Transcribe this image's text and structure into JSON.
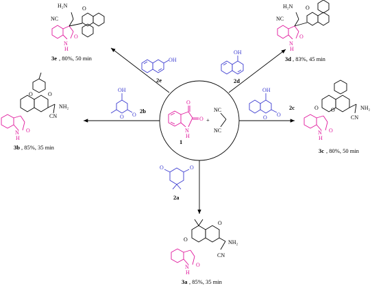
{
  "center": {
    "reactant_number": "1",
    "plus": "+",
    "isatin_atoms": {
      "o1": "O",
      "o2": "O",
      "nh": "N\nH"
    },
    "malononitrile_atoms": {
      "nc1": "NC",
      "nc2": "NC"
    }
  },
  "reagents": {
    "2a": {
      "id": "2a",
      "atoms": [
        "O",
        "O"
      ]
    },
    "2b": {
      "id": "2b",
      "atoms": [
        "OH",
        "O",
        "O"
      ]
    },
    "2c": {
      "id": "2c",
      "atoms": [
        "OH",
        "O",
        "O"
      ]
    },
    "2d": {
      "id": "2d",
      "atoms": [
        "OH"
      ]
    },
    "2e": {
      "id": "2e",
      "atoms": [
        "OH"
      ]
    }
  },
  "products": {
    "3a": {
      "id": "3a",
      "yield_text": ", 85%, 35 min",
      "atoms": {
        "o": "O",
        "nh2": "NH₂",
        "cn": "CN",
        "o2": "O",
        "nh": "N\nH"
      }
    },
    "3b": {
      "id": "3b",
      "yield_text": ", 85%, 35 min",
      "atoms": {
        "o": "O",
        "nh2": "NH₂",
        "cn": "CN",
        "o2": "O",
        "o3": "O",
        "nh": "N\nH"
      }
    },
    "3c": {
      "id": "3c",
      "yield_text": ", 80%, 50 min",
      "atoms": {
        "o": "O",
        "nh2": "NH₂",
        "cn": "CN",
        "o2": "O",
        "o3": "O",
        "nh": "N\nH"
      }
    },
    "3d": {
      "id": "3d",
      "yield_text": ", 83%, 45 min",
      "atoms": {
        "h2n": "H₂N",
        "o": "O",
        "nc": "NC",
        "o2": "O",
        "nh": "N\nH"
      }
    },
    "3e": {
      "id": "3e",
      "yield_text": ", 80%, 50 min",
      "atoms": {
        "h2n": "H₂N",
        "o": "O",
        "nc": "NC",
        "o2": "O",
        "nh": "N\nH"
      }
    }
  },
  "colors": {
    "product_core": "#e0149b",
    "reagent_ring": "#3a3ad0",
    "line": "#000000"
  }
}
